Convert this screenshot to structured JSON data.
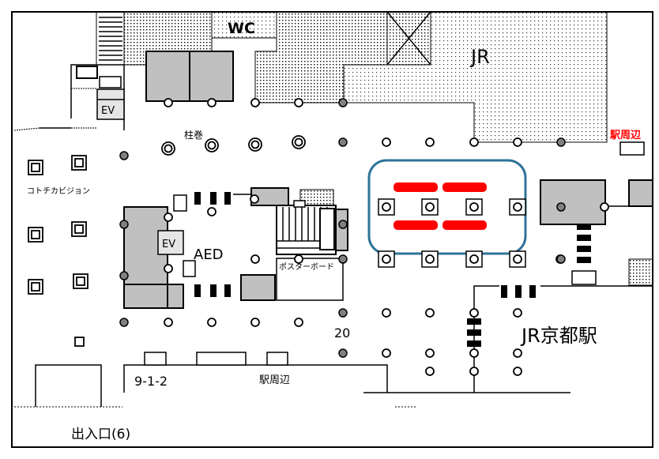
{
  "map": {
    "labels": {
      "wc": "WC",
      "jr": "JR",
      "station_area_red": "駅周辺",
      "ev_top": "EV",
      "ev_left": "EV",
      "aed": "AED",
      "pillar_wrap": "柱巻",
      "kotochika_vision": "コトチカビジョン",
      "poster_board": "ポスターボード",
      "number_20": "20",
      "jr_kyoto_station": "JR京都駅",
      "code_912": "9-1-2",
      "station_area": "駅周辺",
      "exit": "出入口(6)"
    },
    "colors": {
      "highlight_frame": "#2e7399",
      "highlight_marks": "#ff0000",
      "red_label": "#ff0000",
      "fixture_gray": "#c0c0c0",
      "column_gray": "#808080"
    }
  }
}
